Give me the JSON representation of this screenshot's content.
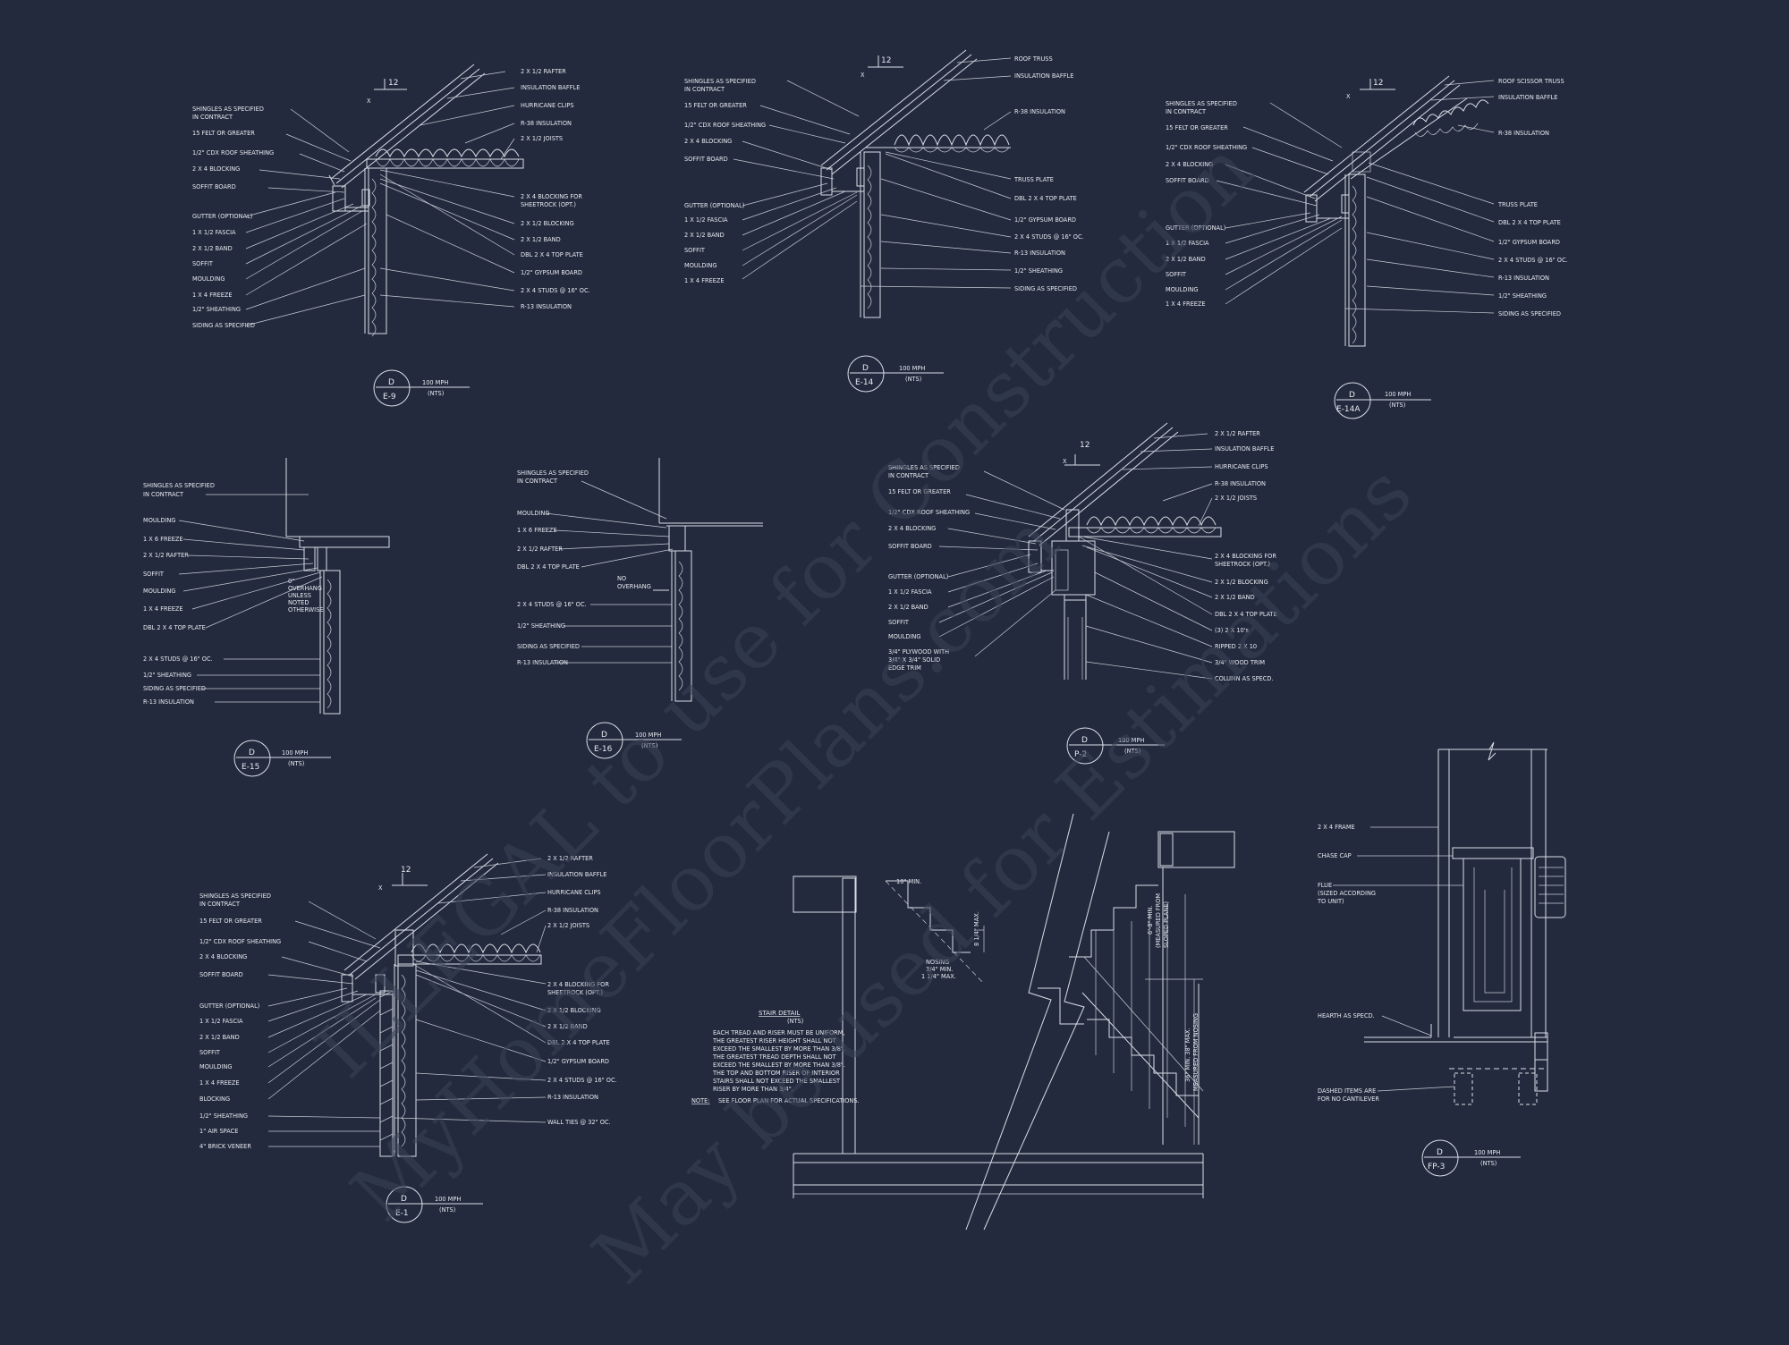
{
  "watermark": {
    "line1": "MyHomeFloorPlans.com",
    "line2": "ILLEGAL to use for Construction",
    "line3": "May be used for Estimations"
  },
  "scale": {
    "mph": "100 MPH",
    "nts": "(NTS)"
  },
  "details": [
    {
      "id": "e9",
      "sheet": "D",
      "ref": "E-9",
      "pitch": "12",
      "slope": "X",
      "left": [
        "SHINGLES AS SPECIFIED",
        "IN CONTRACT",
        "15 FELT OR GREATER",
        "1/2\" CDX ROOF SHEATHING",
        "2 X 4 BLOCKING",
        "SOFFIT BOARD",
        "GUTTER (OPTIONAL)",
        "1 X 1/2 FASCIA",
        "2 X 1/2 BAND",
        "SOFFIT",
        "MOULDING",
        "1 X 4 FREEZE",
        "1/2\" SHEATHING",
        "SIDING AS SPECIFIED"
      ],
      "right": [
        "2 X 1/2 RAFTER",
        "INSULATION BAFFLE",
        "HURRICANE CLIPS",
        "R-38 INSULATION",
        "2 X 1/2 JOISTS",
        "2 X 4 BLOCKING FOR",
        "SHEETROCK (OPT.)",
        "2 X 1/2 BLOCKING",
        "2 X 1/2 BAND",
        "DBL 2 X 4 TOP PLATE",
        "1/2\" GYPSUM BOARD",
        "2 X 4 STUDS @ 16\" OC.",
        "R-13 INSULATION"
      ]
    },
    {
      "id": "e14",
      "sheet": "D",
      "ref": "E-14",
      "pitch": "12",
      "slope": "X",
      "left": [
        "SHINGLES AS SPECIFIED",
        "IN CONTRACT",
        "15 FELT OR GREATER",
        "1/2\" CDX ROOF SHEATHING",
        "2 X 4 BLOCKING",
        "SOFFIT BOARD",
        "GUTTER (OPTIONAL)",
        "1 X 1/2 FASCIA",
        "2 X 1/2 BAND",
        "SOFFIT",
        "MOULDING",
        "1 X 4 FREEZE"
      ],
      "right": [
        "ROOF TRUSS",
        "INSULATION BAFFLE",
        "R-38 INSULATION",
        "TRUSS PLATE",
        "DBL 2 X 4 TOP PLATE",
        "1/2\" GYPSUM BOARD",
        "2 X 4 STUDS @ 16\" OC.",
        "R-13 INSULATION",
        "1/2\" SHEATHING",
        "SIDING AS SPECIFIED"
      ]
    },
    {
      "id": "e14a",
      "sheet": "D",
      "ref": "E-14A",
      "pitch": "12",
      "slope": "X",
      "left": [
        "SHINGLES AS SPECIFIED",
        "IN CONTRACT",
        "15 FELT OR GREATER",
        "1/2\" CDX ROOF SHEATHING",
        "2 X 4 BLOCKING",
        "SOFFIT BOARD",
        "GUTTER (OPTIONAL)",
        "1 X 1/2 FASCIA",
        "2 X 1/2 BAND",
        "SOFFIT",
        "MOULDING",
        "1 X 4 FREEZE"
      ],
      "right": [
        "ROOF SCISSOR TRUSS",
        "INSULATION BAFFLE",
        "R-38 INSULATION",
        "TRUSS PLATE",
        "DBL 2 X 4 TOP PLATE",
        "1/2\" GYPSUM BOARD",
        "2 X 4 STUDS @ 16\" OC.",
        "R-13 INSULATION",
        "1/2\" SHEATHING",
        "SIDING AS SPECIFIED"
      ]
    },
    {
      "id": "e15",
      "sheet": "D",
      "ref": "E-15",
      "left": [
        "SHINGLES AS SPECIFIED",
        "IN CONTRACT",
        "MOULDING",
        "1 X 6 FREEZE",
        "2 X 1/2 RAFTER",
        "SOFFIT",
        "MOULDING",
        "1 X 4 FREEZE",
        "DBL 2 X 4 TOP PLATE",
        "2 X 4 STUDS @ 16\" OC.",
        "1/2\" SHEATHING",
        "SIDING AS SPECIFIED",
        "R-13 INSULATION"
      ],
      "note": [
        "0\"",
        "OVERHANG",
        "UNLESS",
        "NOTED",
        "OTHERWISE"
      ]
    },
    {
      "id": "e16",
      "sheet": "D",
      "ref": "E-16",
      "left": [
        "SHINGLES AS SPECIFIED",
        "IN CONTRACT",
        "MOULDING",
        "1 X 6 FREEZE",
        "2 X 1/2 RAFTER",
        "DBL 2 X 4 TOP PLATE",
        "2 X 4 STUDS @ 16\" OC.",
        "1/2\" SHEATHING",
        "SIDING AS SPECIFIED",
        "R-13 INSULATION"
      ],
      "note": [
        "NO",
        "OVERHANG"
      ]
    },
    {
      "id": "p2",
      "sheet": "D",
      "ref": "P-2",
      "pitch": "12",
      "slope": "X",
      "left": [
        "SHINGLES AS SPECIFIED",
        "IN CONTRACT",
        "15 FELT OR GREATER",
        "1/2\" CDX ROOF SHEATHING",
        "2 X 4 BLOCKING",
        "SOFFIT BOARD",
        "GUTTER (OPTIONAL)",
        "1 X 1/2 FASCIA",
        "2 X 1/2 BAND",
        "SOFFIT",
        "MOULDING",
        "3/4\" PLYWOOD WITH",
        "3/4\" X 3/4\" SOLID",
        "EDGE TRIM"
      ],
      "right": [
        "2 X 1/2 RAFTER",
        "INSULATION BAFFLE",
        "HURRICANE CLIPS",
        "R-38 INSULATION",
        "2 X 1/2 JOISTS",
        "2 X 4 BLOCKING FOR",
        "SHEETROCK (OPT.)",
        "2 X 1/2 BLOCKING",
        "2 X 1/2 BAND",
        "DBL 2 X 4 TOP PLATE",
        "(3) 2 X 10's",
        "RIPPED 2 X 10",
        "3/4\" WOOD TRIM",
        "COLUMN AS SPECD."
      ]
    },
    {
      "id": "e1",
      "sheet": "D",
      "ref": "E-1",
      "pitch": "12",
      "slope": "X",
      "left": [
        "SHINGLES AS SPECIFIED",
        "IN CONTRACT",
        "15 FELT OR GREATER",
        "1/2\" CDX ROOF SHEATHING",
        "2 X 4 BLOCKING",
        "SOFFIT BOARD",
        "GUTTER (OPTIONAL)",
        "1 X 1/2 FASCIA",
        "2 X 1/2 BAND",
        "SOFFIT",
        "MOULDING",
        "1 X 4 FREEZE",
        "BLOCKING",
        "1/2\" SHEATHING",
        "1\" AIR SPACE",
        "4\" BRICK VENEER"
      ],
      "right": [
        "2 X 1/2 RAFTER",
        "INSULATION BAFFLE",
        "HURRICANE CLIPS",
        "R-38 INSULATION",
        "2 X 1/2 JOISTS",
        "2 X 4 BLOCKING FOR",
        "SHEETROCK (OPT.)",
        "2 X 1/2 BLOCKING",
        "2 X 1/2 BAND",
        "DBL 2 X 4 TOP PLATE",
        "1/2\" GYPSUM BOARD",
        "2 X 4 STUDS @ 16\" OC.",
        "R-13 INSULATION",
        "WALL TIES @ 32\" OC."
      ]
    },
    {
      "id": "fp3",
      "sheet": "D",
      "ref": "FP-3",
      "left": [
        "2 X 4 FRAME",
        "CHASE CAP",
        "FLUE",
        "(SIZED ACCORDING",
        "TO UNIT)",
        "HEARTH AS SPECD.",
        "DASHED ITEMS ARE",
        "FOR NO CANTILEVER"
      ]
    }
  ],
  "stair": {
    "title": "STAIR DETAIL",
    "nts": "(NTS)",
    "text": [
      "EACH TREAD AND RISER MUST BE UNIFORM,",
      "THE GREATEST RISER HEIGHT SHALL NOT",
      "EXCEED THE SMALLEST BY MORE THAN 3/8\".",
      "THE GREATEST TREAD DEPTH SHALL NOT",
      "EXCEED THE SMALLEST BY MORE THAN 3/8\".",
      "THE TOP AND BOTTOM RISER OF INTERIOR",
      "STAIRS SHALL NOT EXCEED THE SMALLEST",
      "RISER BY MORE THAN 3/4\"."
    ],
    "note_label": "NOTE:",
    "note_text": "SEE FLOOR PLAN FOR ACTUAL SPECIFICATIONS.",
    "dims": [
      "10\" MIN.",
      "8 1/4\" MAX.",
      "NOSING",
      "3/4\" MIN.",
      "1 1/4\" MAX.",
      "6'-8\" MIN.",
      "(MEASURED FROM",
      "SLOPED PLANE)",
      "36\" MIN. 38\" MAX.",
      "MEASURED FROM NOSING"
    ]
  }
}
